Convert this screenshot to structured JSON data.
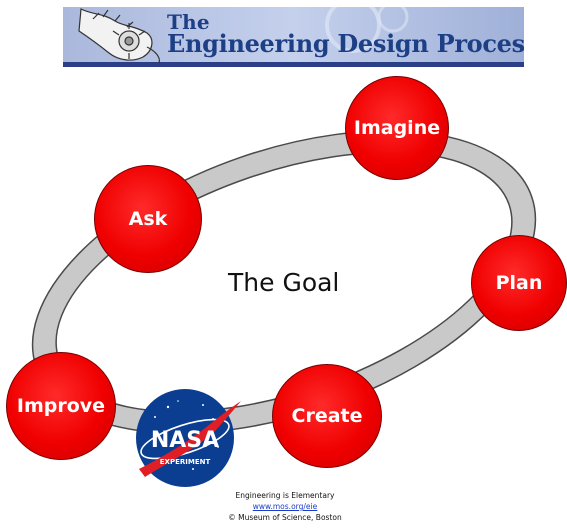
{
  "banner": {
    "title_line1": "The",
    "title_line2": "Engineering Design Process"
  },
  "diagram": {
    "center_label": "The Goal",
    "steps": [
      {
        "label": "Imagine"
      },
      {
        "label": "Plan"
      },
      {
        "label": "Create"
      },
      {
        "label": "Improve"
      },
      {
        "label": "Ask"
      }
    ],
    "colors": {
      "step_fill": "#ff0000",
      "ring_fill": "#c9c9c9",
      "ring_stroke": "#4a4a4a"
    }
  },
  "logo": {
    "name": "NASA",
    "subtext": "EXPERIMENT"
  },
  "footer": {
    "line1": "Engineering is Elementary",
    "link": "www.mos.org/eie",
    "line3": "© Museum of Science, Boston"
  }
}
